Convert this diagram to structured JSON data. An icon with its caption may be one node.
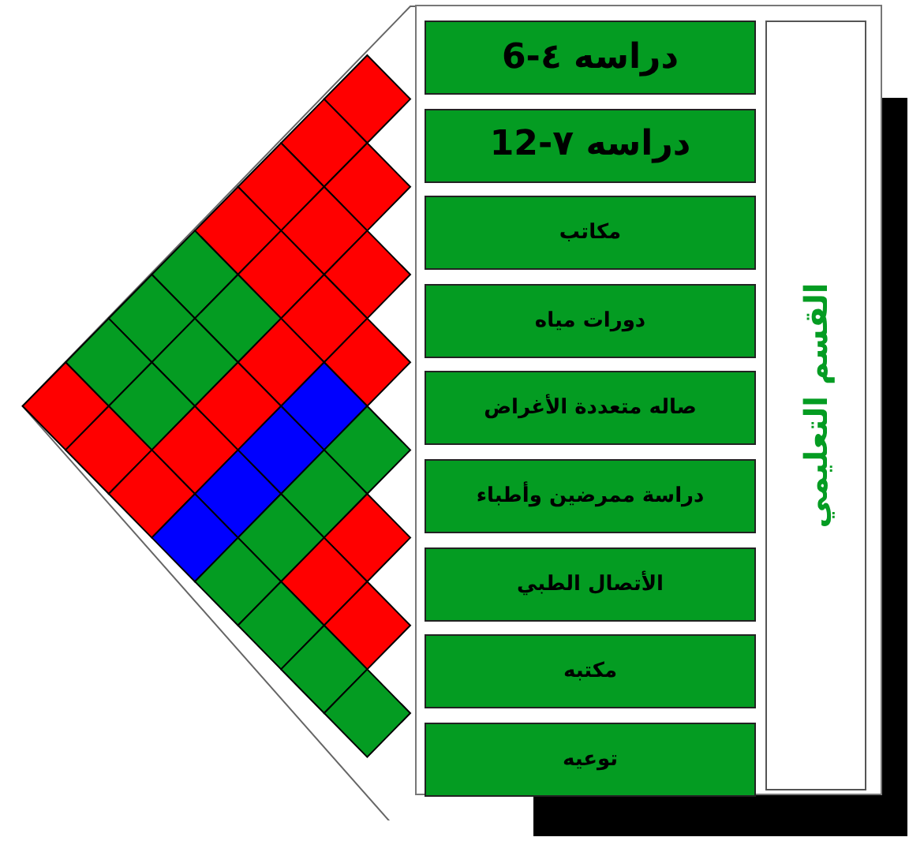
{
  "diagram": {
    "nodes": [
      {
        "text": [
          "القسم التعليمي"
        ]
      },
      {
        "text": [
          "دراسه ٤-6"
        ]
      },
      {
        "text": [
          "دراسه ٧-12"
        ]
      },
      {
        "text": [
          "مكاتب"
        ]
      },
      {
        "text": [
          "دورات مياه"
        ]
      },
      {
        "text": [
          "صاله متعددة الأغراض"
        ]
      },
      {
        "text": [
          "دراسة ممرضين وأطباء"
        ]
      },
      {
        "text": [
          "الأتصال الطبي"
        ]
      },
      {
        "text": [
          "مكتبه"
        ]
      },
      {
        "text": [
          "توعيه"
        ]
      }
    ]
  }
}
